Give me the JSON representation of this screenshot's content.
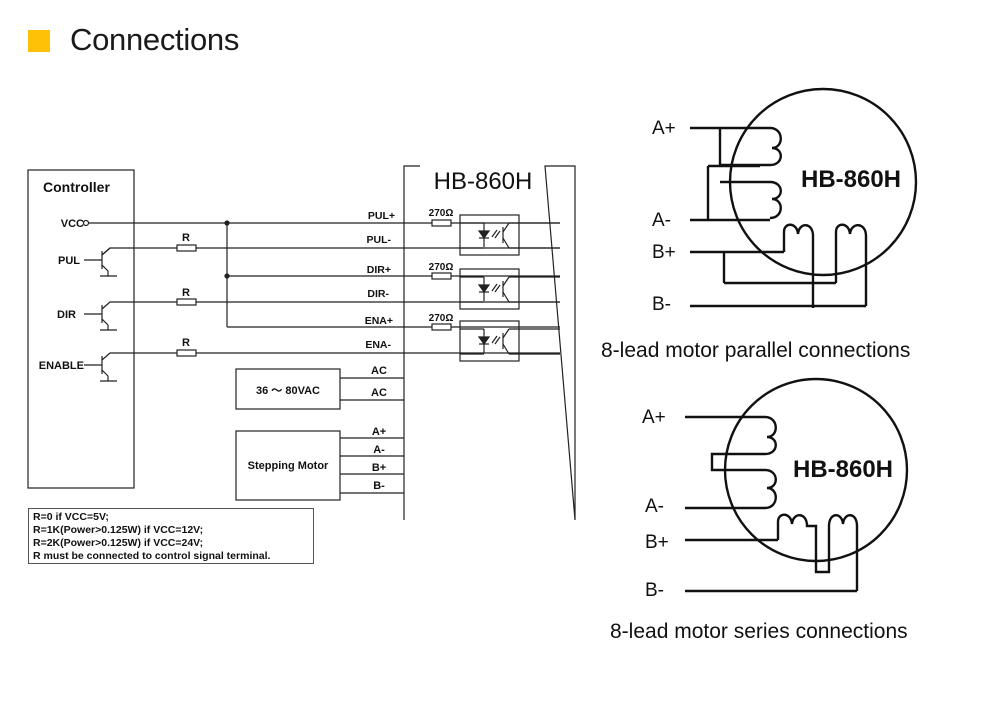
{
  "header": {
    "title": "Connections",
    "accent_color": "#FFC107"
  },
  "wiring": {
    "controller": {
      "title": "Controller",
      "pins": [
        "VCC",
        "PUL",
        "DIR",
        "ENABLE"
      ]
    },
    "resistor_label": "R",
    "driver": {
      "model": "HB-860H",
      "inputs": [
        "PUL+",
        "PUL-",
        "DIR+",
        "DIR-",
        "ENA+",
        "ENA-"
      ],
      "input_resistor": "270Ω",
      "power_terminals": [
        "AC",
        "AC"
      ],
      "motor_terminals": [
        "A+",
        "A-",
        "B+",
        "B-"
      ]
    },
    "power_supply": {
      "label": "36 ～ 80VAC"
    },
    "motor": {
      "label": "Stepping Motor"
    },
    "notes": [
      "R=0 if VCC=5V;",
      "R=1K(Power>0.125W) if VCC=12V;",
      "R=2K(Power>0.125W) if VCC=24V;",
      "R must be connected to control signal terminal."
    ]
  },
  "parallel": {
    "model": "HB-860H",
    "leads": [
      "A+",
      "A-",
      "B+",
      "B-"
    ],
    "caption": "8-lead motor parallel connections"
  },
  "series": {
    "model": "HB-860H",
    "leads": [
      "A+",
      "A-",
      "B+",
      "B-"
    ],
    "caption": "8-lead motor series connections"
  }
}
